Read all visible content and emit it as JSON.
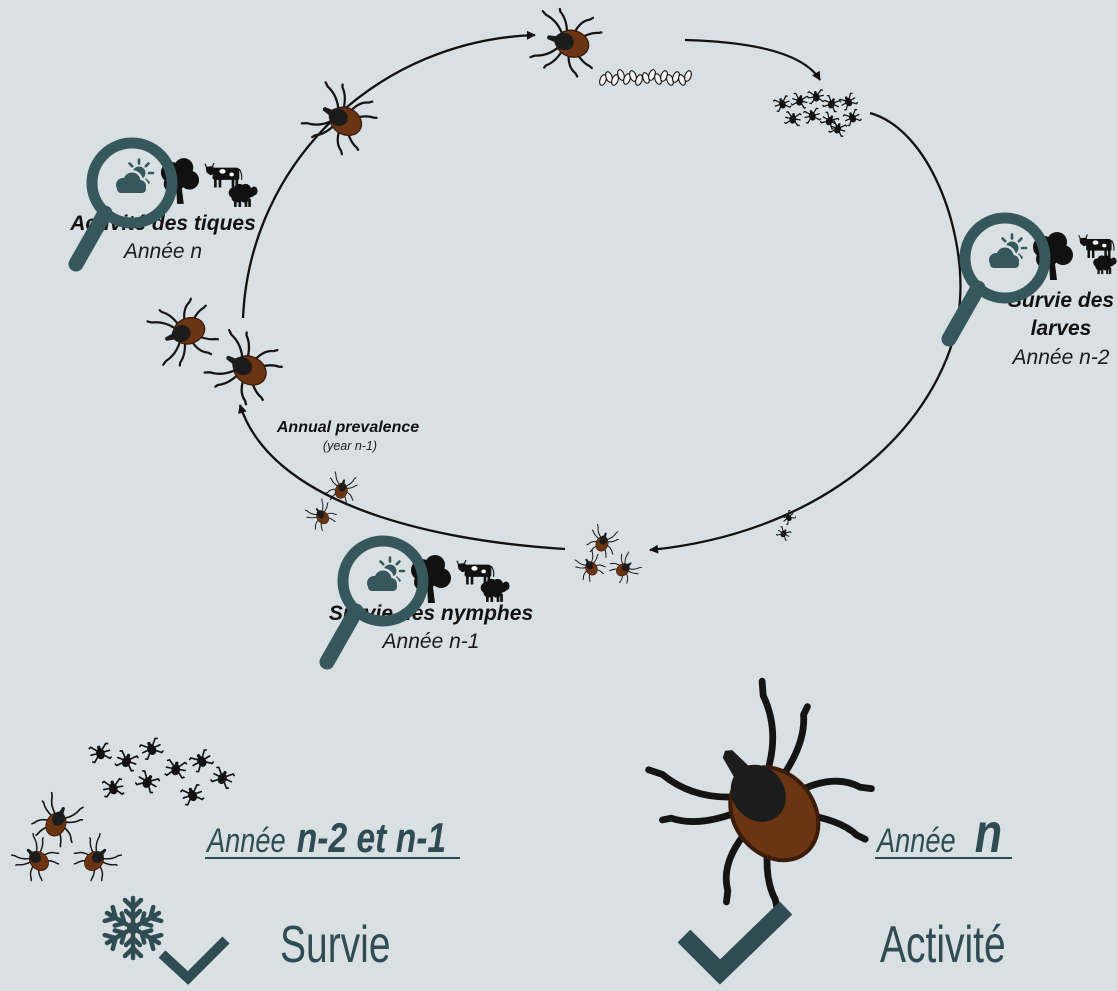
{
  "diagram": {
    "stages": {
      "activity": {
        "title": "Activité des tiques",
        "year": "Année n"
      },
      "larvae_survival": {
        "title_lines": [
          "Survie des",
          "larves"
        ],
        "year": "Année n-2"
      },
      "nymph_survival": {
        "title": "Survie des nymphes",
        "year": "Année n-1"
      }
    },
    "prevalence": {
      "label": "Annual prevalence",
      "year": "(year n-1)"
    }
  },
  "legend": {
    "left": {
      "prefix": "Année",
      "years": "n-2 et n-1",
      "status_label": "Survie",
      "status_icon": "snowflake-icon",
      "check_icon": "check-icon"
    },
    "right": {
      "prefix": "Année",
      "years": "n",
      "status_label": "Activité",
      "check_icon": "check-icon"
    }
  },
  "icons": {
    "magnifier": "magnifier-icon",
    "weather": "sun-cloud-icon",
    "habitat": "tree-icon",
    "hosts": [
      "cow-icon",
      "sheep-icon"
    ],
    "stages": [
      "egg-icon",
      "larva-icon",
      "nymph-icon",
      "adult-tick-icon"
    ]
  },
  "colors": {
    "background": "#d9e0e3",
    "accent": "#36575b",
    "legend_text": "#2f4c52",
    "tick_body": "#6b3513",
    "tick_scutum": "#1c1c1c"
  }
}
